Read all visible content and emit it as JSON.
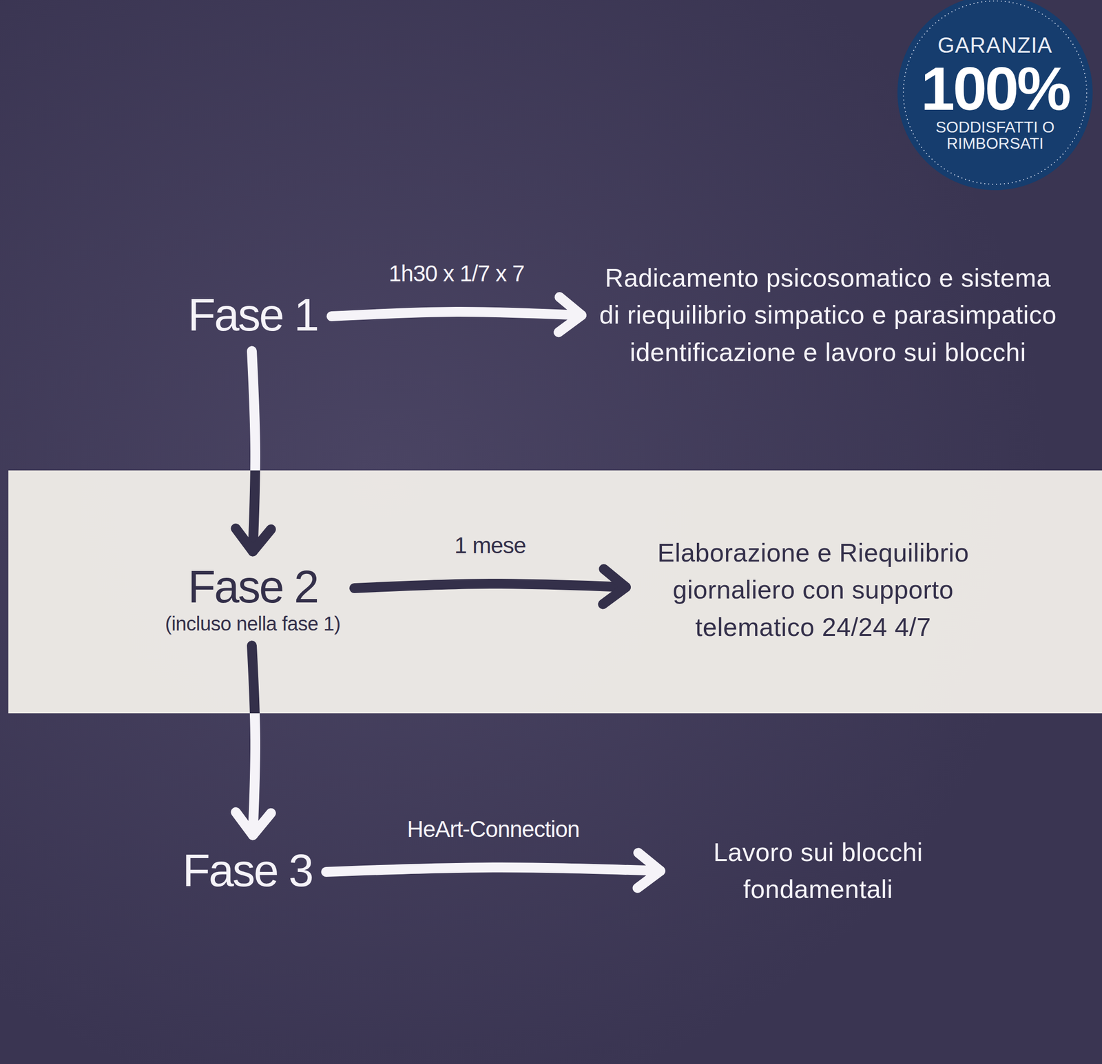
{
  "diagram": {
    "nodes": [
      {
        "text": [
          "GARANZIA",
          "100%",
          "SODDISFATTI O RIMBORSATI"
        ]
      },
      {
        "text": [
          "Fase 1"
        ]
      },
      {
        "text": [
          "Radicamento psicosomatico e sistema di riequilibrio simpatico e parasimpatico identificazione e lavoro sui blocchi"
        ]
      },
      {
        "text": [
          "Fase 2",
          "(incluso nella fase 1)"
        ]
      },
      {
        "text": [
          "Elaborazione e Riequilibrio giornaliero con supporto telematico 24/24 4/7"
        ]
      },
      {
        "text": [
          "Fase 3"
        ]
      },
      {
        "text": [
          "Lavoro sui blocchi fondamentali"
        ]
      }
    ],
    "edges": [
      {
        "from": 1,
        "to": 2,
        "arrow": "to",
        "label": "1h30 x 1/7 x 7"
      },
      {
        "from": 1,
        "to": 3,
        "arrow": "to"
      },
      {
        "from": 3,
        "to": 4,
        "arrow": "to",
        "label": "1 mese"
      },
      {
        "from": 3,
        "to": 5,
        "arrow": "to"
      },
      {
        "from": 5,
        "to": 6,
        "arrow": "to",
        "label": "HeArt-Connection"
      }
    ]
  }
}
